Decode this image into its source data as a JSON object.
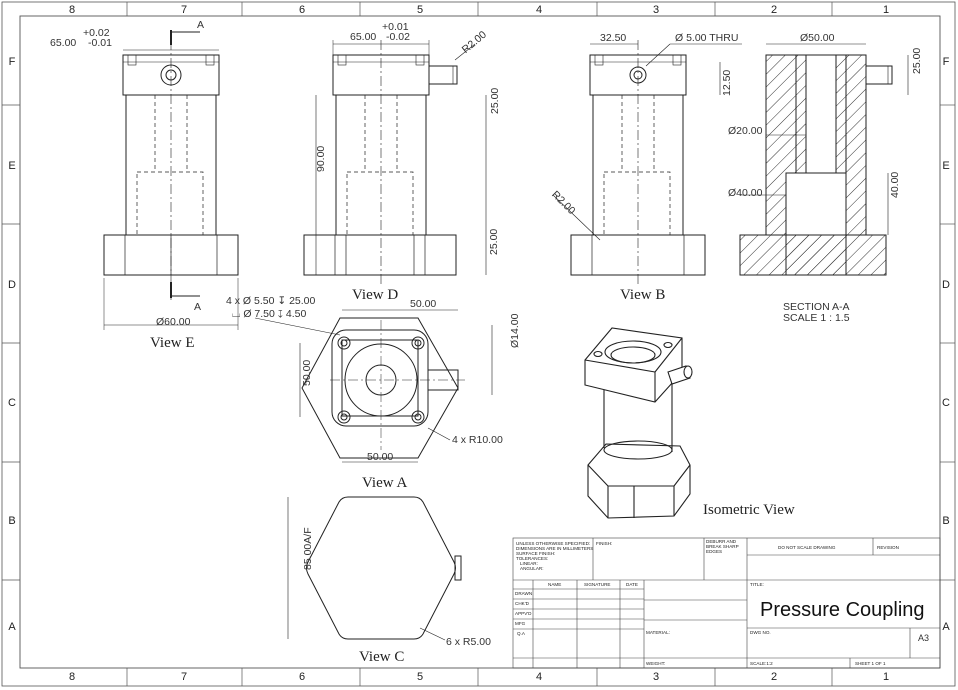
{
  "zones": {
    "columns": [
      "8",
      "7",
      "6",
      "5",
      "4",
      "3",
      "2",
      "1"
    ],
    "rows": [
      "F",
      "E",
      "D",
      "C",
      "B",
      "A"
    ]
  },
  "views": {
    "view_e": "View E",
    "view_d": "View D",
    "view_b": "View B",
    "view_a": "View A",
    "view_c": "View C",
    "isometric": "Isometric View",
    "section_title": "SECTION A-A",
    "section_scale": "SCALE 1 : 1.5",
    "section_marker": "A"
  },
  "dimensions": {
    "e_tol_upper": "+0.02",
    "e_width": "65.00",
    "e_tol_lower": "-0.01",
    "e_base_dia": "Ø60.00",
    "d_tol_upper": "+0.01",
    "d_width": "65.00",
    "d_tol_lower": "-0.02",
    "d_radius": "R2.00",
    "d_height": "90.00",
    "d_top": "25.00",
    "d_bottom": "25.00",
    "b_offset": "32.50",
    "b_hole": "Ø 5.00 THRU",
    "b_hole_h": "12.50",
    "b_radius": "R2.00",
    "s_top_dia": "Ø50.00",
    "s_side": "25.00",
    "s_bore": "Ø20.00",
    "s_counter": "Ø40.00",
    "s_depth": "40.00",
    "a_hole_callout_1": "4 x Ø 5.50 ↧ 25.00",
    "a_hole_callout_2": "⌴ Ø 7.50 ↧ 4.50",
    "a_top_width": "50.00",
    "a_side_height": "50.00",
    "a_boss_dia": "Ø14.00",
    "a_bottom_width": "50.00",
    "a_corner": "4 x R10.00",
    "c_across_flats": "85.00A/F",
    "c_corner": "6 x R5.00"
  },
  "title_block": {
    "unless_spec": "UNLESS OTHERWISE SPECIFIED:",
    "units": "DIMENSIONS ARE IN MILLIMETERS",
    "surface": "SURFACE FINISH:",
    "tolerances": "TOLERANCES:",
    "linear": "LINEAR:",
    "angular": "ANGULAR:",
    "finish": "FINISH:",
    "deburr_1": "DEBURR AND",
    "deburr_2": "BREAK SHARP",
    "deburr_3": "EDGES",
    "do_not_scale": "DO NOT SCALE DRAWING",
    "revision": "REVISION",
    "col_name": "NAME",
    "col_signature": "SIGNATURE",
    "col_date": "DATE",
    "row_drawn": "DRAWN",
    "row_chkd": "CHK'D",
    "row_appvd": "APPV'D",
    "row_mfg": "MFG",
    "row_qa": "Q.A",
    "title_label": "TITLE:",
    "title": "Pressure Coupling",
    "material": "MATERIAL:",
    "dwg_no": "DWG NO.",
    "size": "A3",
    "weight": "WEIGHT:",
    "scale": "SCALE:1:2",
    "sheet": "SHEET 1 OF 1"
  }
}
